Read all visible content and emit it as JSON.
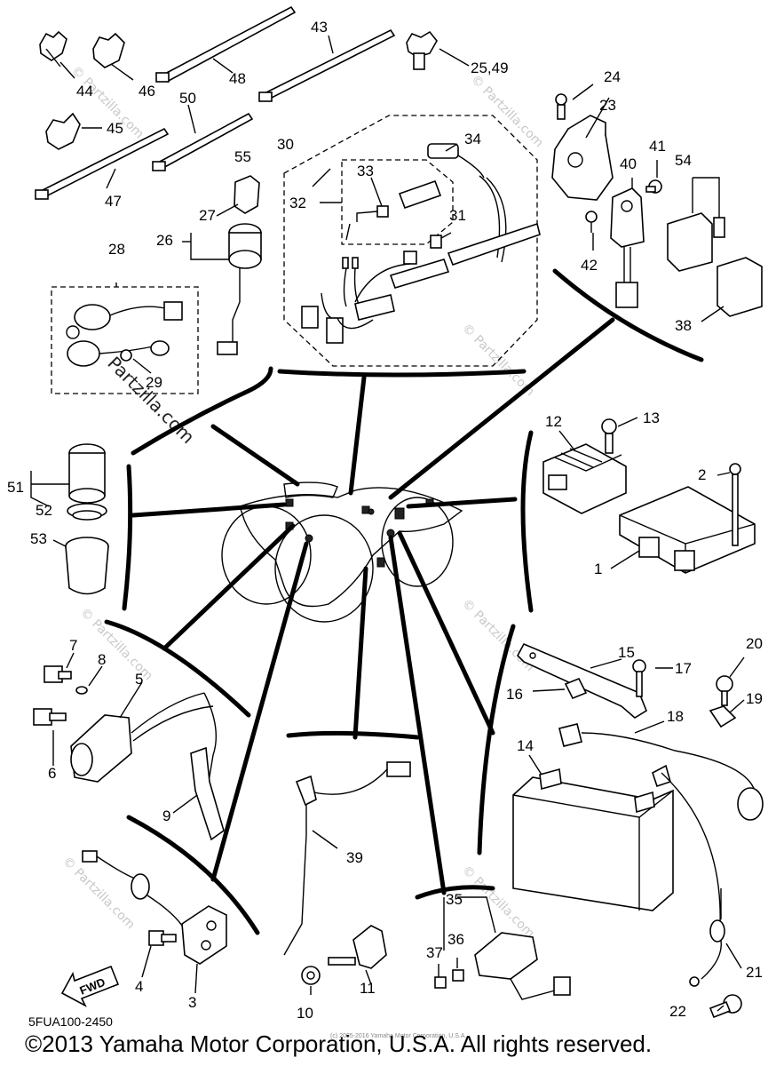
{
  "diagram": {
    "callouts": [
      "1",
      "2",
      "3",
      "4",
      "5",
      "6",
      "7",
      "8",
      "9",
      "10",
      "11",
      "12",
      "13",
      "14",
      "15",
      "16",
      "17",
      "18",
      "19",
      "20",
      "21",
      "22",
      "23",
      "24",
      "25,49",
      "26",
      "27",
      "28",
      "29",
      "30",
      "31",
      "32",
      "33",
      "34",
      "35",
      "36",
      "37",
      "38",
      "39",
      "40",
      "41",
      "42",
      "43",
      "44",
      "45",
      "46",
      "47",
      "48",
      "50",
      "51",
      "52",
      "53",
      "54",
      "55"
    ],
    "fwd_label": "FWD",
    "diagram_code": "5FUA100-2450",
    "watermark": "© Partzilla.com",
    "watermark_large": "Partzilla.com",
    "small_copyright": "(c) 2005-2016 Yamaha Motor Corporation, U.S.A.",
    "copyright": "©2013 Yamaha Motor Corporation, U.S.A. All rights reserved."
  }
}
